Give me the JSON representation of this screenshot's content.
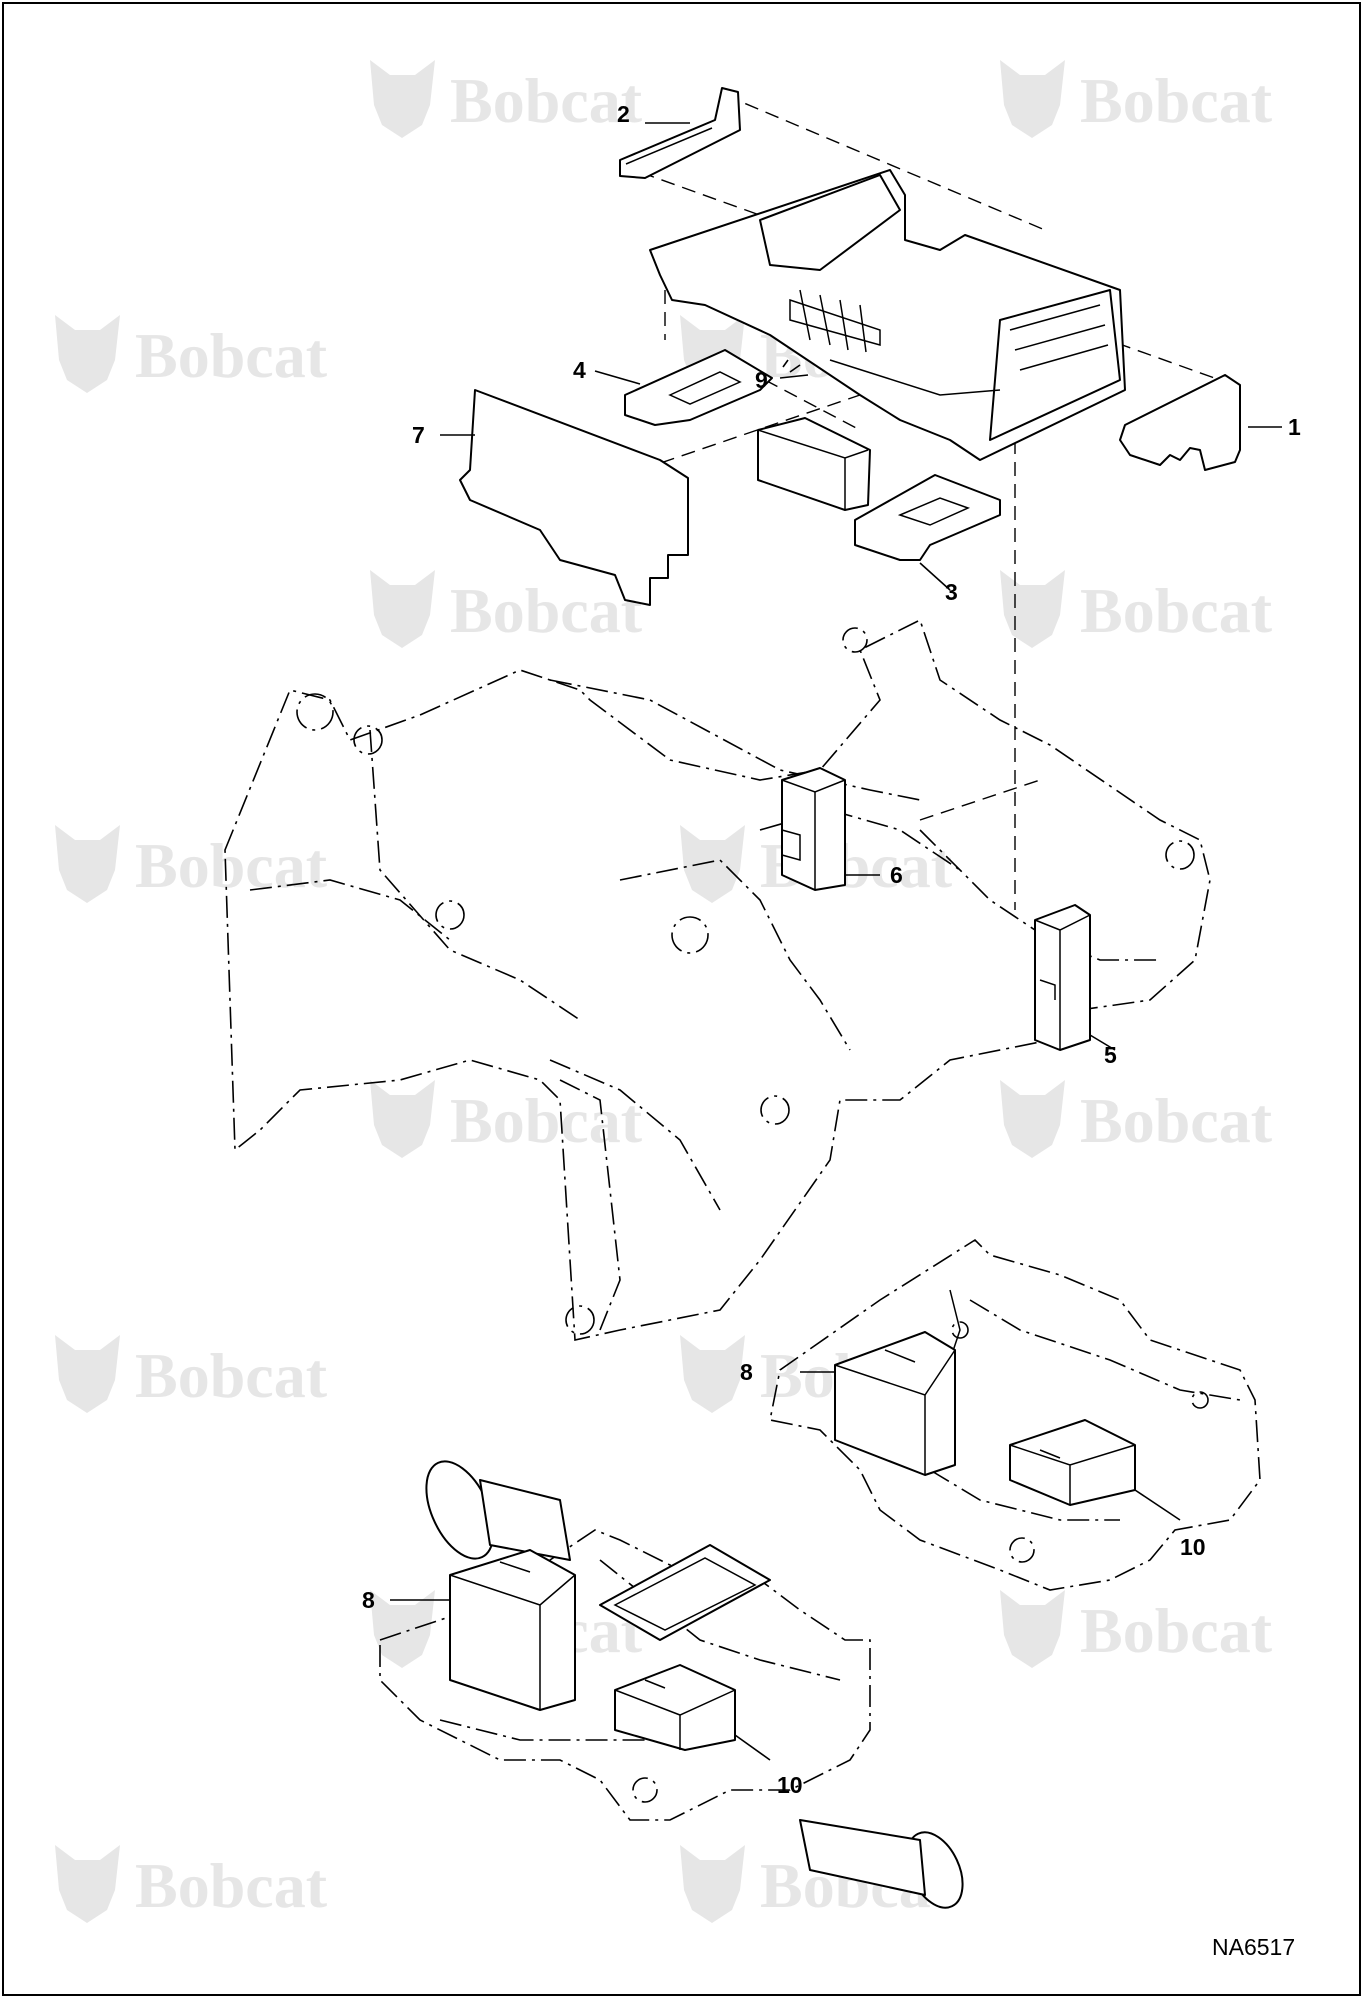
{
  "drawing": {
    "id": "NA6517",
    "watermark": "Bobcat"
  },
  "callouts": [
    {
      "num": "1"
    },
    {
      "num": "2"
    },
    {
      "num": "3"
    },
    {
      "num": "4"
    },
    {
      "num": "5"
    },
    {
      "num": "6"
    },
    {
      "num": "7"
    },
    {
      "num": "8"
    },
    {
      "num": "8"
    },
    {
      "num": "9"
    },
    {
      "num": "10"
    },
    {
      "num": "10"
    }
  ],
  "colors": {
    "line": "#000000",
    "watermark": "#e6e6e6",
    "background": "#ffffff"
  }
}
